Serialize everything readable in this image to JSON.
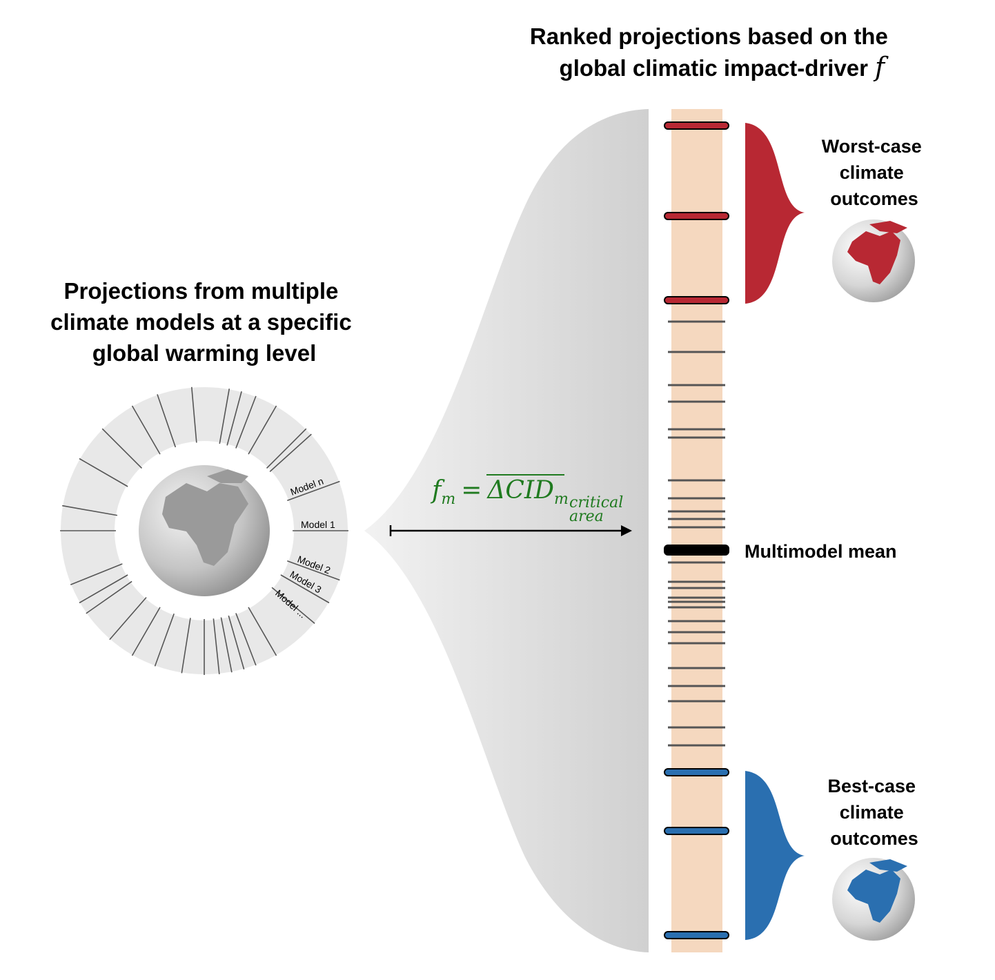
{
  "left_title": [
    "Projections from multiple",
    "climate models at a specific",
    "global warming level"
  ],
  "right_title": [
    "Ranked projections based on the",
    "global climatic impact-driver"
  ],
  "right_title_symbol": "f",
  "model_labels": {
    "n": "Model n",
    "m1": "Model 1",
    "m2": "Model 2",
    "m3": "Model 3",
    "more": "Model ..."
  },
  "formula": {
    "lhs": "f",
    "lhs_sub": "m",
    "eq": "=",
    "rhs": "ΔCID",
    "rhs_sub": "m",
    "sub1": "critical",
    "sub2": "area"
  },
  "worst_case": [
    "Worst-case",
    "climate",
    "outcomes"
  ],
  "best_case": [
    "Best-case",
    "climate",
    "outcomes"
  ],
  "mean_label": "Multimodel mean",
  "colors": {
    "worst": "#b82833",
    "best": "#2a6fb0",
    "band": "#f5d8bf",
    "formula": "#1f7a1f",
    "ring": "#e8e8e8"
  }
}
